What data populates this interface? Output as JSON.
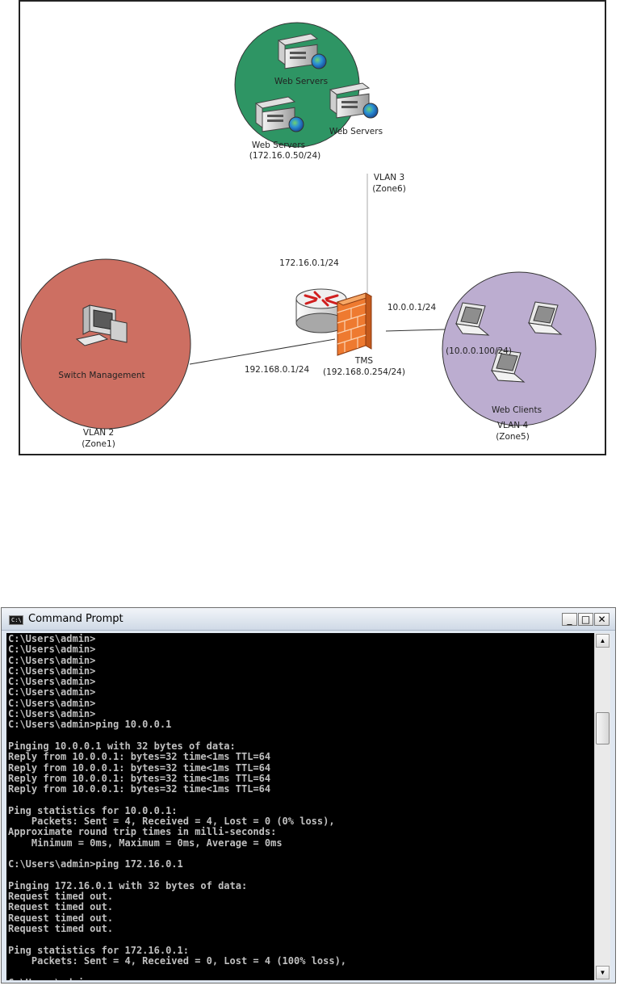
{
  "diagram": {
    "zone6": {
      "server_top_label": "Web Servers",
      "server_left_label": "Web Servers",
      "server_left_ip": "(172.16.0.50/24)",
      "server_right_label": "Web Servers",
      "vlan_label": "VLAN 3",
      "zone_label": "(Zone6)"
    },
    "zone1": {
      "switch_label": "Switch Management",
      "vlan_label": "VLAN 2",
      "zone_label": "(Zone1)"
    },
    "zone5": {
      "client_ip": "(10.0.0.100/24)",
      "clients_label": "Web Clients",
      "vlan_label": "VLAN 4",
      "zone_label": "(Zone5)"
    },
    "tms": {
      "label": "TMS",
      "ip": "(192.168.0.254/24)",
      "if_vlan3": "172.16.0.1/24",
      "if_vlan4": "10.0.0.1/24",
      "if_vlan2": "192.168.0.1/24"
    },
    "colors": {
      "zone6": "#2e9564",
      "zone1": "#cd6f62",
      "zone5": "#bcadd0",
      "firewall": "#ee7a30"
    }
  },
  "cmd": {
    "title": "Command Prompt",
    "app_icon": "C:\\",
    "buttons": {
      "minimize": "_",
      "maximize": "□",
      "close": "✕"
    },
    "scroll_up": "▲",
    "scroll_down": "▼",
    "lines": [
      "C:\\Users\\admin>",
      "C:\\Users\\admin>",
      "C:\\Users\\admin>",
      "C:\\Users\\admin>",
      "C:\\Users\\admin>",
      "C:\\Users\\admin>",
      "C:\\Users\\admin>",
      "C:\\Users\\admin>",
      "C:\\Users\\admin>ping 10.0.0.1",
      "",
      "Pinging 10.0.0.1 with 32 bytes of data:",
      "Reply from 10.0.0.1: bytes=32 time<1ms TTL=64",
      "Reply from 10.0.0.1: bytes=32 time<1ms TTL=64",
      "Reply from 10.0.0.1: bytes=32 time<1ms TTL=64",
      "Reply from 10.0.0.1: bytes=32 time<1ms TTL=64",
      "",
      "Ping statistics for 10.0.0.1:",
      "    Packets: Sent = 4, Received = 4, Lost = 0 (0% loss),",
      "Approximate round trip times in milli-seconds:",
      "    Minimum = 0ms, Maximum = 0ms, Average = 0ms",
      "",
      "C:\\Users\\admin>ping 172.16.0.1",
      "",
      "Pinging 172.16.0.1 with 32 bytes of data:",
      "Request timed out.",
      "Request timed out.",
      "Request timed out.",
      "Request timed out.",
      "",
      "Ping statistics for 172.16.0.1:",
      "    Packets: Sent = 4, Received = 0, Lost = 4 (100% loss),",
      "",
      "C:\\Users\\admin>"
    ]
  }
}
